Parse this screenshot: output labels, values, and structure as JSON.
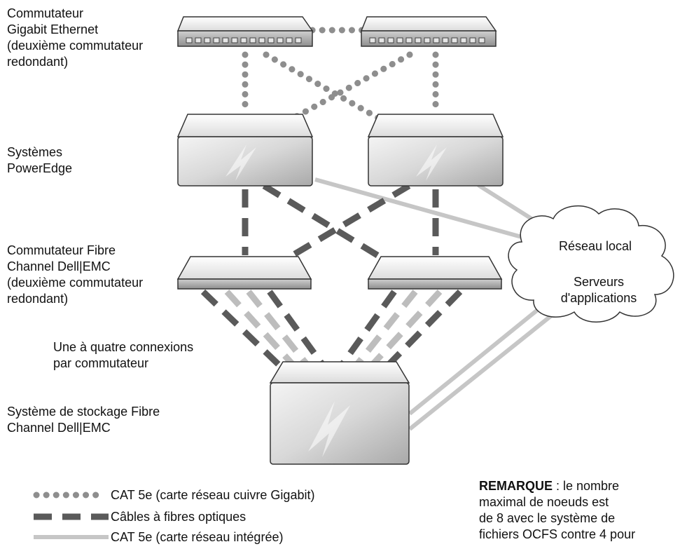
{
  "labels": {
    "gigabit_switch": [
      "Commutateur",
      "Gigabit Ethernet",
      "(deuxième commutateur",
      "redondant)"
    ],
    "poweredge": [
      "Systèmes",
      "PowerEdge"
    ],
    "fc_switch": [
      "Commutateur Fibre",
      "Channel Dell|EMC",
      "(deuxième commutateur",
      "redondant)"
    ],
    "connections": [
      "Une à quatre connexions",
      "par commutateur"
    ],
    "storage": [
      "Système de stockage Fibre",
      "Channel Dell|EMC"
    ]
  },
  "cloud": {
    "line1": "Réseau local",
    "line2": "Serveurs",
    "line3": "d'applications"
  },
  "legend": {
    "cat5e_gigabit": "CAT 5e (carte réseau cuivre Gigabit)",
    "fiber": "Câbles à fibres optiques",
    "cat5e_integrated": "CAT 5e (carte réseau intégrée)"
  },
  "note": {
    "keyword": "REMARQUE",
    "lines": [
      " : le nombre",
      "maximal de noeuds est",
      "de 8 avec le système de",
      "fichiers OCFS contre 4 pour"
    ]
  },
  "colors": {
    "copper_cable": "#8e8e8e",
    "fiber_cable": "#5a5a5a",
    "fiber_cable_light": "#bdbdbd",
    "integrated_cable": "#c6c6c6"
  }
}
